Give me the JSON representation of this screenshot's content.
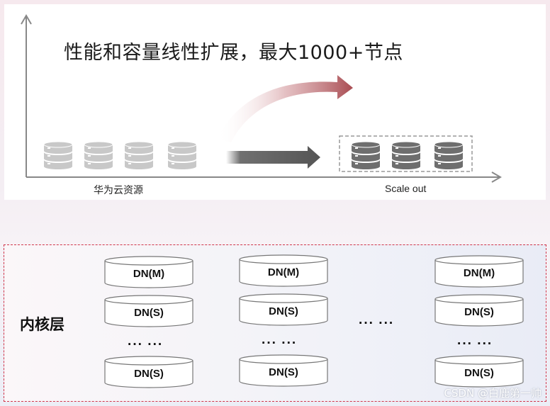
{
  "headline": "性能和容量线性扩展，最大1000+节点",
  "axis": {
    "left_label": "华为云资源",
    "right_label": "Scale out"
  },
  "kernel_layer": {
    "label": "内核层",
    "columns": [
      {
        "nodes": [
          "DN(M)",
          "DN(S)",
          "DN(S)"
        ]
      },
      {
        "nodes": [
          "DN(M)",
          "DN(S)",
          "DN(S)"
        ]
      },
      {
        "nodes": [
          "DN(M)",
          "DN(S)",
          "DN(S)"
        ]
      }
    ],
    "ellipsis": "··· ···"
  },
  "watermark": "CSDN @白鹿第一帅",
  "colors": {
    "border": "#d0354a",
    "db_light": "#c8c8c8",
    "db_dark": "#6e6e6e",
    "arrow": "#707070",
    "curve_arrow": "#b5585c"
  }
}
